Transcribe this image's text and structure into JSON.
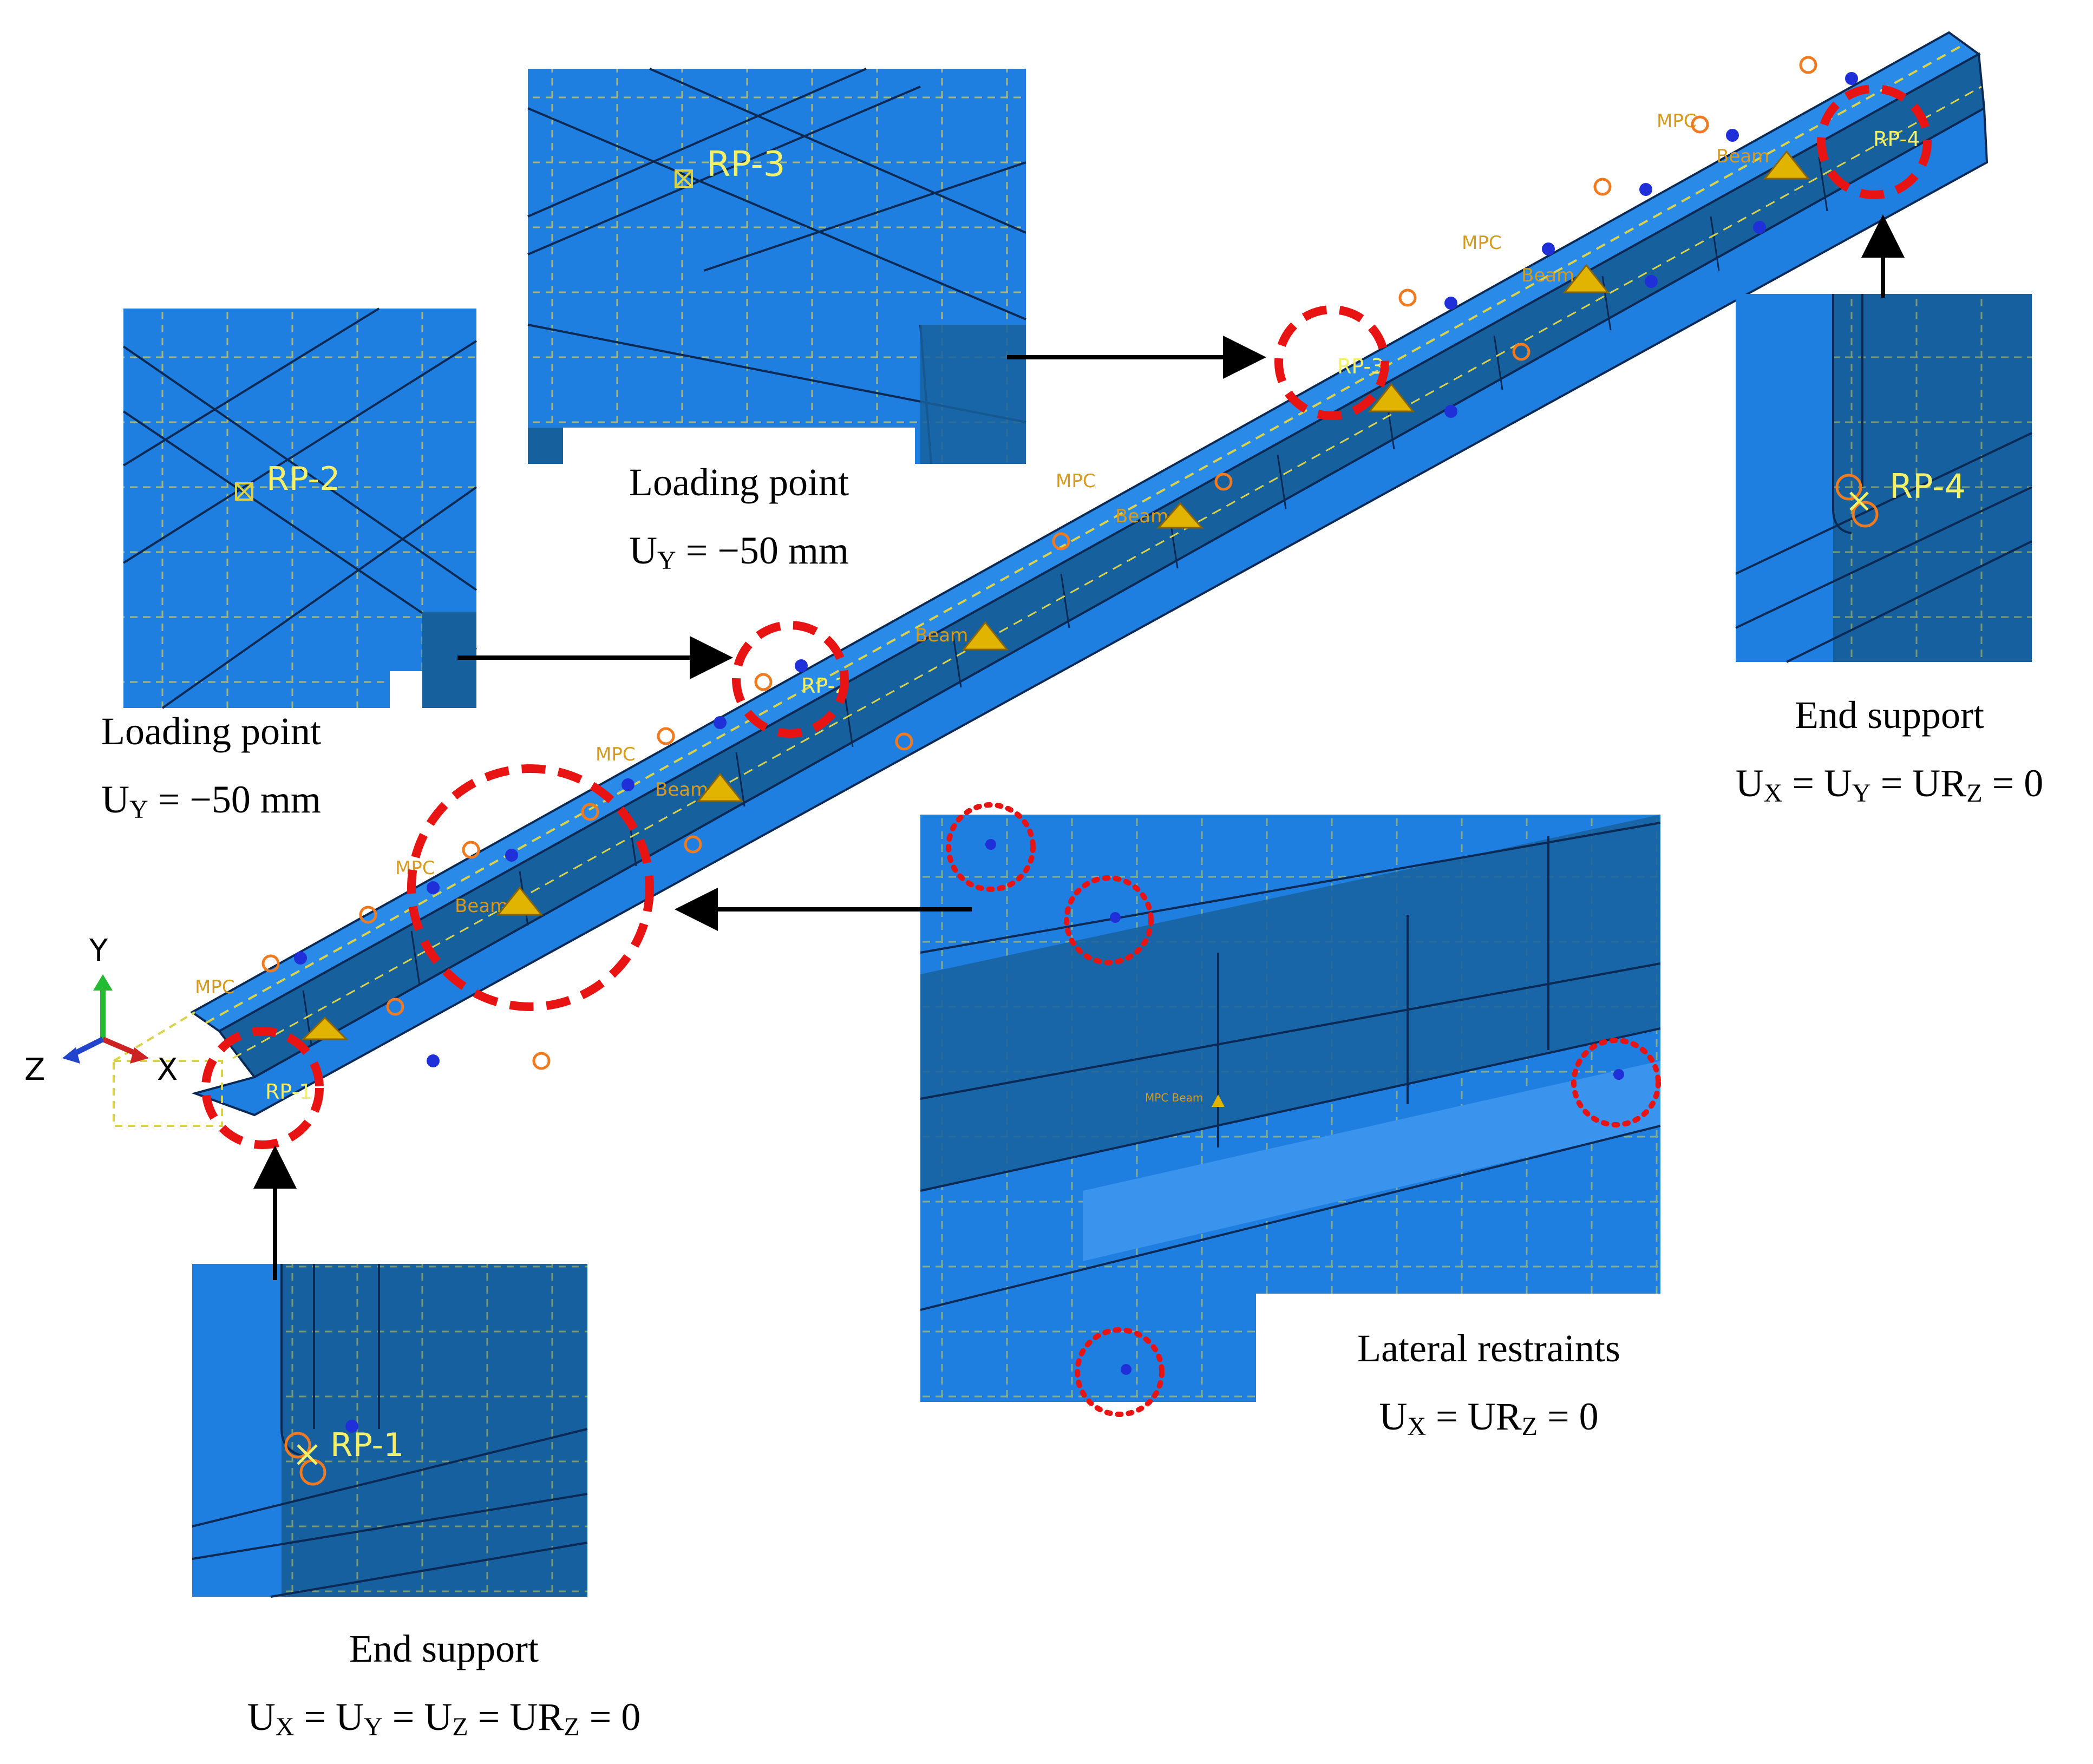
{
  "colors": {
    "mesh_blue": "#1f7fe0",
    "mesh_dark": "#16609f",
    "mesh_light": "#3a93ec",
    "edge": "#0a2a55",
    "dash_yellow": "#d9d24a",
    "rp_yellow": "#f2f06a",
    "mpc_label": "#d89a1a",
    "load_triangle": "#e0b400",
    "restraint_orange": "#f07a20",
    "restraint_blue": "#2030d8",
    "highlight_red": "#e81414",
    "axis_y": "#22bb33",
    "axis_x": "#cc2222",
    "axis_z": "#2244cc"
  },
  "reference_points": {
    "rp1": "RP-1",
    "rp2": "RP-2",
    "rp3": "RP-3",
    "rp4": "RP-4",
    "rp_main_1": "RP-1",
    "rp_main_2": "RP-2",
    "rp_main_3": "RP-3",
    "rp_main_4": "RP-4"
  },
  "model_labels": {
    "mpc": "MPC",
    "beam": "Beam",
    "mpc_beam": "MPC Beam"
  },
  "axes": {
    "y": "Y",
    "z": "Z",
    "x": "X"
  },
  "captions": {
    "loading_left": {
      "title": "Loading point",
      "eq_var": "U",
      "eq_sub": "Y",
      "eq_rest": " = −50 mm"
    },
    "loading_mid": {
      "title": "Loading point",
      "eq_var": "U",
      "eq_sub": "Y",
      "eq_rest": " = −50 mm"
    },
    "end_right": {
      "title": "End support",
      "p1": "U",
      "s1": "X",
      "p2": " = U",
      "s2": "Y",
      "p3": " = UR",
      "s3": "Z",
      "p4": " = 0"
    },
    "end_left": {
      "title": "End support",
      "p1": "U",
      "s1": "X",
      "p2": " = U",
      "s2": "Y",
      "p3": " = U",
      "s3": "Z",
      "p4": " = UR",
      "s4": "Z",
      "p5": " = 0"
    },
    "lateral": {
      "title": "Lateral restraints",
      "p1": "U",
      "s1": "X",
      "p2": " = UR",
      "s2": "Z",
      "p3": " = 0"
    }
  }
}
